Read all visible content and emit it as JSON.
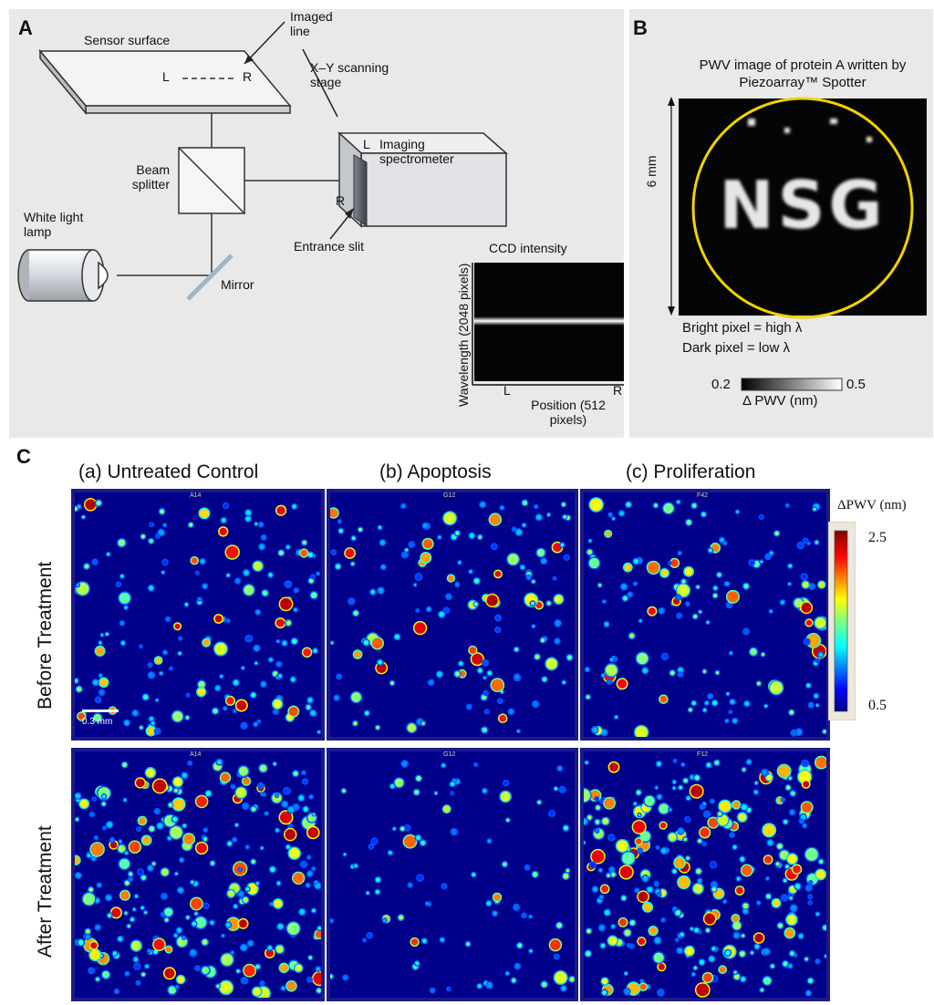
{
  "panel_labels": {
    "a": "A",
    "b": "B",
    "c": "C"
  },
  "panelA": {
    "sensor_surface": "Sensor surface",
    "imaged_line": "Imaged line",
    "line_L": "L",
    "line_R": "R",
    "scanning_stage": "X–Y scanning stage",
    "beam_splitter": "Beam splitter",
    "imaging_spectrometer": "Imaging spectrometer",
    "spec_L": "L",
    "spec_R": "R",
    "white_light_lamp": "White light lamp",
    "entrance_slit": "Entrance slit",
    "mirror": "Mirror",
    "ccd_intensity": "CCD intensity",
    "wavelength_axis": "Wavelength (2048 pixels)",
    "ccd_L": "L",
    "ccd_R": "R",
    "position_axis": "Position (512 pixels)"
  },
  "panelB": {
    "title": "PWV image of protein A written by Piezoarray™ Spotter",
    "nsg_text": "NSG",
    "scale_length": "6 mm",
    "bright_note": "Bright pixel = high λ",
    "dark_note": "Dark pixel = low λ",
    "cbar_min": "0.2",
    "cbar_max": "0.5",
    "cbar_label": "Δ PWV (nm)"
  },
  "panelC": {
    "columns": [
      "(a) Untreated Control",
      "(b) Apoptosis",
      "(c) Proliferation"
    ],
    "rows": [
      "Before Treatment",
      "After Treatment"
    ],
    "well_ids": {
      "top": [
        "A14",
        "G12",
        "F42"
      ],
      "bottom": [
        "A14",
        "G12",
        "F12"
      ]
    },
    "scale_bar": "0.3 mm",
    "cbar_label": "ΔPWV (nm)",
    "cbar_max": "2.5",
    "cbar_min": "0.5"
  },
  "colors": {
    "panel_bg": "#e9e9e9",
    "heatmap_bg": "#00008a",
    "ring": "#f2d200"
  }
}
